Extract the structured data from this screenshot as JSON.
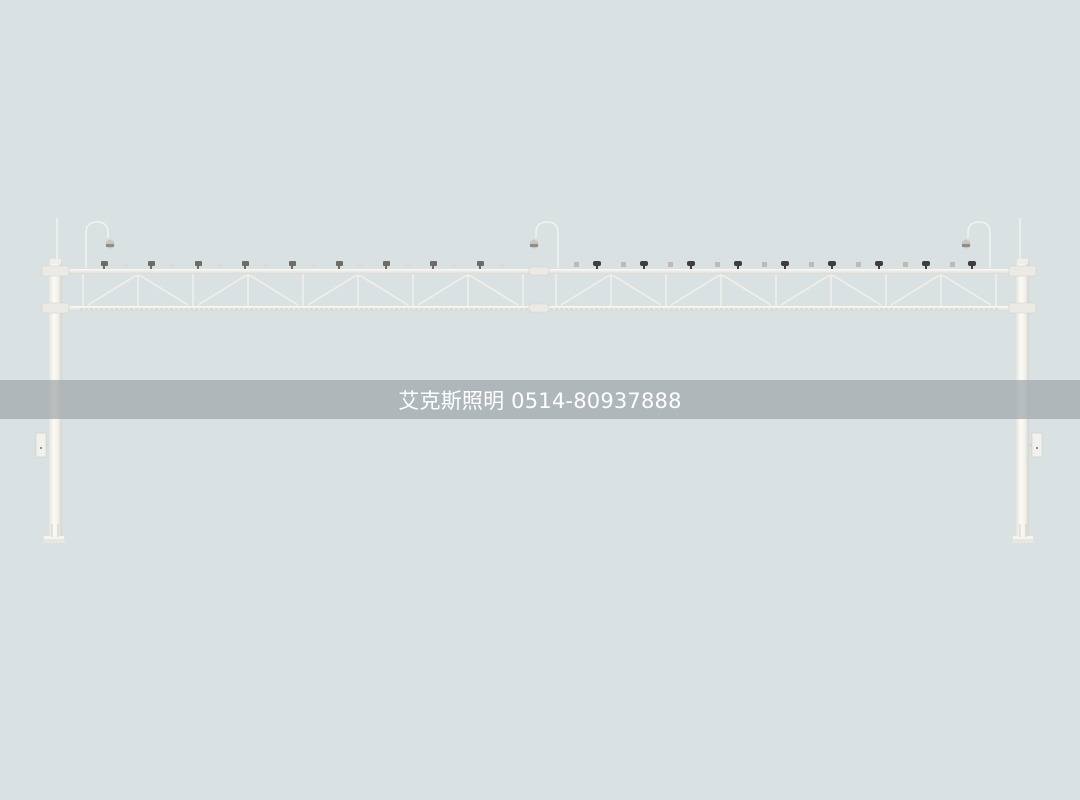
{
  "watermark": {
    "company": "艾克斯照明",
    "phone": "0514-80937888",
    "text": "艾克斯照明 0514-80937888"
  },
  "scene": {
    "subject": "gantry-frame-with-cameras-and-flood-lights",
    "background_color": "#d9e1e3",
    "structure_color": "#f4f3ee",
    "band_color": "#a8aeb1",
    "ptz_cameras": 3,
    "left_half_fixtures": "flood-lights",
    "right_half_fixtures": "bullet-cameras"
  }
}
